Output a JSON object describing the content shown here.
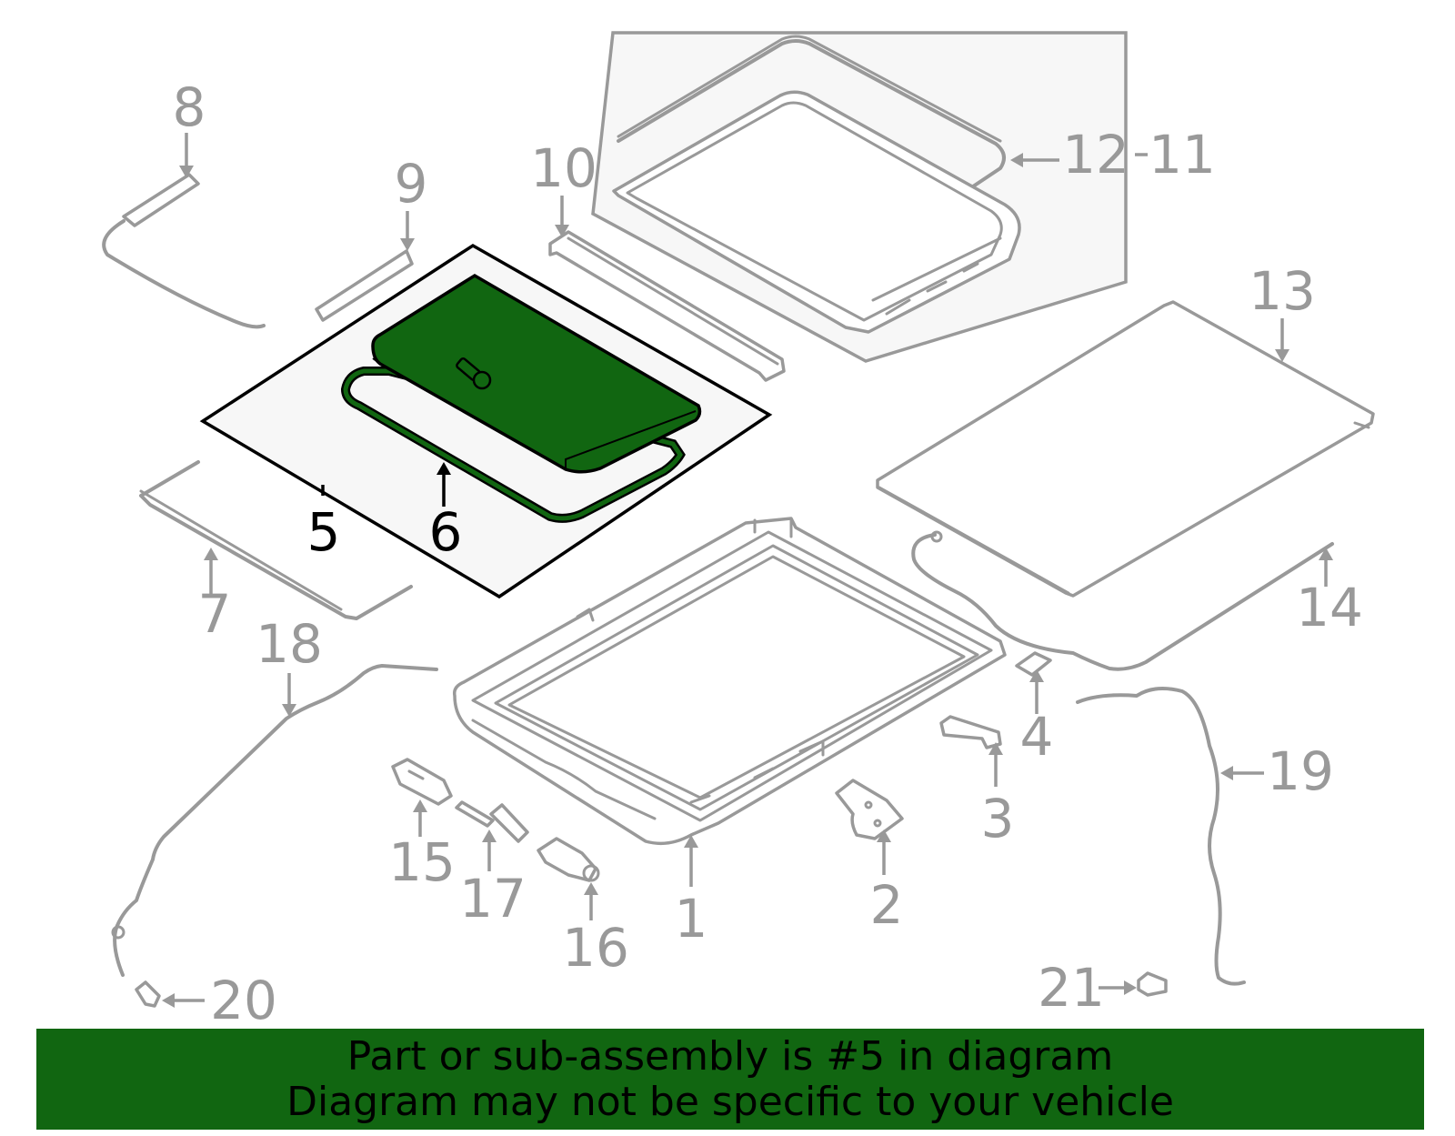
{
  "callouts": {
    "c1": "1",
    "c2": "2",
    "c3": "3",
    "c4": "4",
    "c5": "5",
    "c6": "6",
    "c7": "7",
    "c8": "8",
    "c9": "9",
    "c10": "10",
    "c11": "11",
    "c12": "12",
    "c13": "13",
    "c14": "14",
    "c15": "15",
    "c16": "16",
    "c17": "17",
    "c18": "18",
    "c19": "19",
    "c20": "20",
    "c21": "21"
  },
  "highlighted_part": "5",
  "banner": {
    "line1": "Part or sub-assembly is #5 in diagram",
    "line2": "Diagram may not be specific to your vehicle"
  },
  "colors": {
    "highlight": "#116611",
    "parts": "#999999",
    "highlight_text": "#000000"
  }
}
